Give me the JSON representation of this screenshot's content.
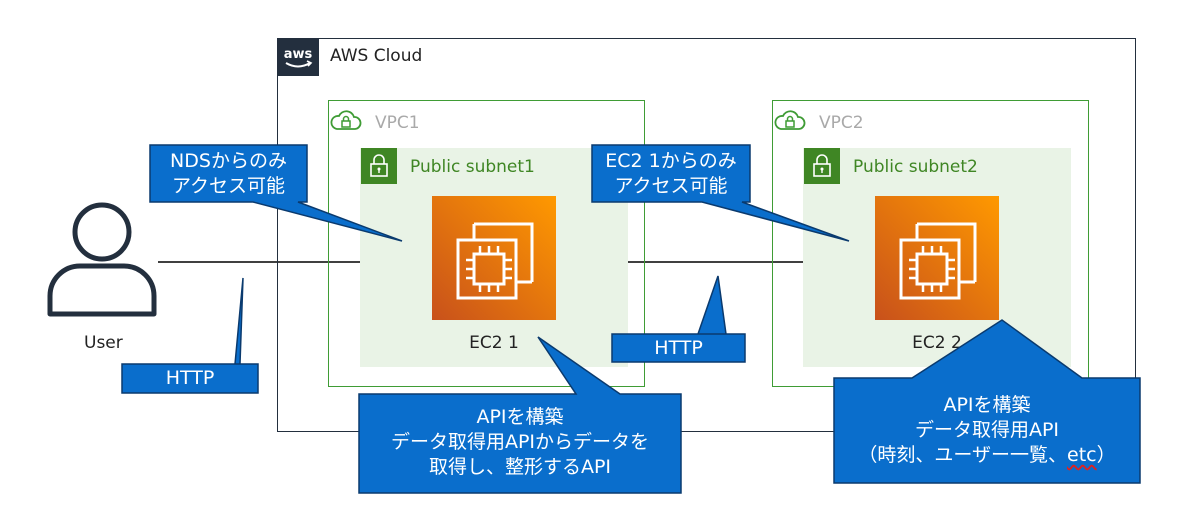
{
  "colors": {
    "aws_dark": "#232f3e",
    "vpc_border": "#3f9c35",
    "subnet_fill": "#e9f3e6",
    "subnet_text": "#3f8624",
    "ec2_gradient_top": "#f58534",
    "ec2_gradient_bottom": "#d05c17",
    "callout_fill": "#0a6ecc",
    "callout_border": "#0a3a6e"
  },
  "icons": {
    "aws_logo": "aws-logo-icon",
    "vpc": "cloud-lock-icon",
    "subnet": "padlock-icon",
    "ec2": "ec2-chip-icon",
    "user": "user-icon"
  },
  "cloud": {
    "label": "AWS Cloud",
    "logo_text": "aws"
  },
  "vpc1": {
    "label": "VPC1",
    "subnet_label": "Public subnet1",
    "ec2_label": "EC2 1"
  },
  "vpc2": {
    "label": "VPC2",
    "subnet_label": "Public subnet2",
    "ec2_label": "EC2 2"
  },
  "user": {
    "label": "User"
  },
  "callouts": {
    "nds": {
      "line1": "NDSからのみ",
      "line2": "アクセス可能"
    },
    "ec2_1_only": {
      "line1": "EC2 1からのみ",
      "line2": "アクセス可能"
    },
    "http_user": {
      "text": "HTTP"
    },
    "http_mid": {
      "text": "HTTP"
    },
    "api1": {
      "line1": "APIを構築",
      "line2": "データ取得用APIからデータを",
      "line3": "取得し、整形するAPI"
    },
    "api2": {
      "line1": "APIを構築",
      "line2": "データ取得用API",
      "line3_prefix": "（時刻、ユーザー一覧、",
      "line3_etc": "etc",
      "line3_suffix": "）"
    }
  }
}
